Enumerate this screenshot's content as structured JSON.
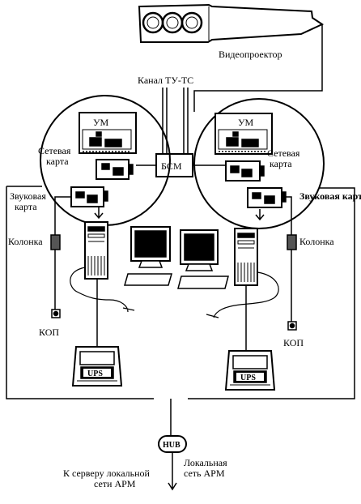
{
  "labels": {
    "projector": "Видеопроектор",
    "channel": "Канал ТУ-ТС",
    "bsm": "БСМ",
    "um_left": "УМ",
    "um_right": "УМ",
    "netcard_left_1": "Сетевая",
    "netcard_left_2": "карта",
    "netcard_right_1": "Сетевая",
    "netcard_right_2": "карта",
    "soundcard_left_1": "Звуковая",
    "soundcard_left_2": "карта",
    "soundcard_right": "Звуковая карта",
    "speaker_left": "Колонка",
    "speaker_right": "Колонка",
    "kop_left": "КОП",
    "kop_right": "КОП",
    "ups_left": "UPS",
    "ups_right": "UPS",
    "hub": "HUB",
    "server_1": "К серверу локальной",
    "server_2": "сети АРМ",
    "localnet_1": "Локальная",
    "localnet_2": "сеть АРМ"
  }
}
